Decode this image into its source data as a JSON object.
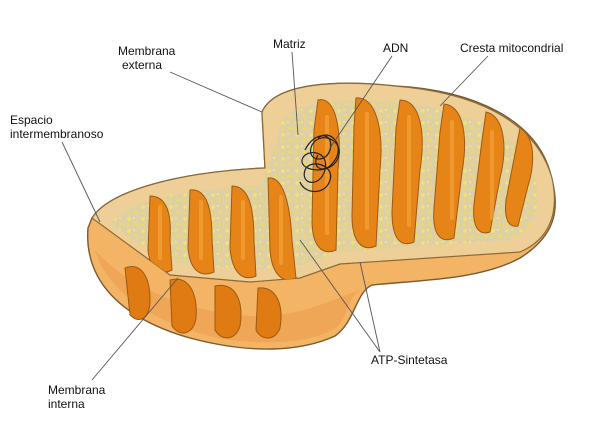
{
  "labels": {
    "membrana_externa": [
      "Membrana",
      "externa"
    ],
    "matriz": "Matriz",
    "adn": "ADN",
    "cresta": "Cresta mitocondrial",
    "espacio": [
      "Espacio",
      "intermembranoso"
    ],
    "membrana_interna": [
      "Membrana",
      "interna"
    ],
    "atp": "ATP-Sintetasa"
  },
  "colors": {
    "outer_membrane": "#f3b465",
    "outer_membrane_dark": "#e99a3e",
    "cut_face": "#f0cf9a",
    "inner_dark": "#e07a12",
    "inner_mid": "#ef951e",
    "matrix": "#dfd0a4",
    "granules": "#f6e46a",
    "dna": "#222222"
  }
}
